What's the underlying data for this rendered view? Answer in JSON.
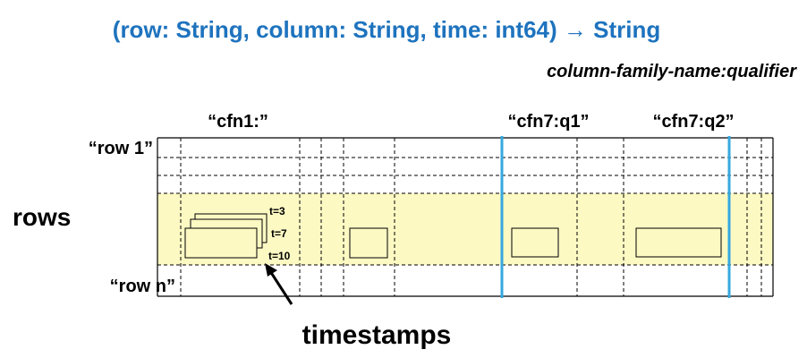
{
  "signature": {
    "text": "(row: String, column: String, time: int64) → String",
    "color": "#1e73be"
  },
  "subtitle": "column-family-name:qualifier",
  "columns": [
    {
      "label": "“cfn1:”"
    },
    {
      "label": "“cfn7:q1”"
    },
    {
      "label": "“cfn7:q2”"
    }
  ],
  "rows": {
    "first": "“row 1”",
    "last": "“row n”",
    "axis_label": "rows",
    "highlight_color": "#fdf9c3"
  },
  "versions": {
    "labels": [
      "t=3",
      "t=7",
      "t=10"
    ]
  },
  "timestamps_label": "timestamps",
  "accent_line_color": "#35a8df"
}
